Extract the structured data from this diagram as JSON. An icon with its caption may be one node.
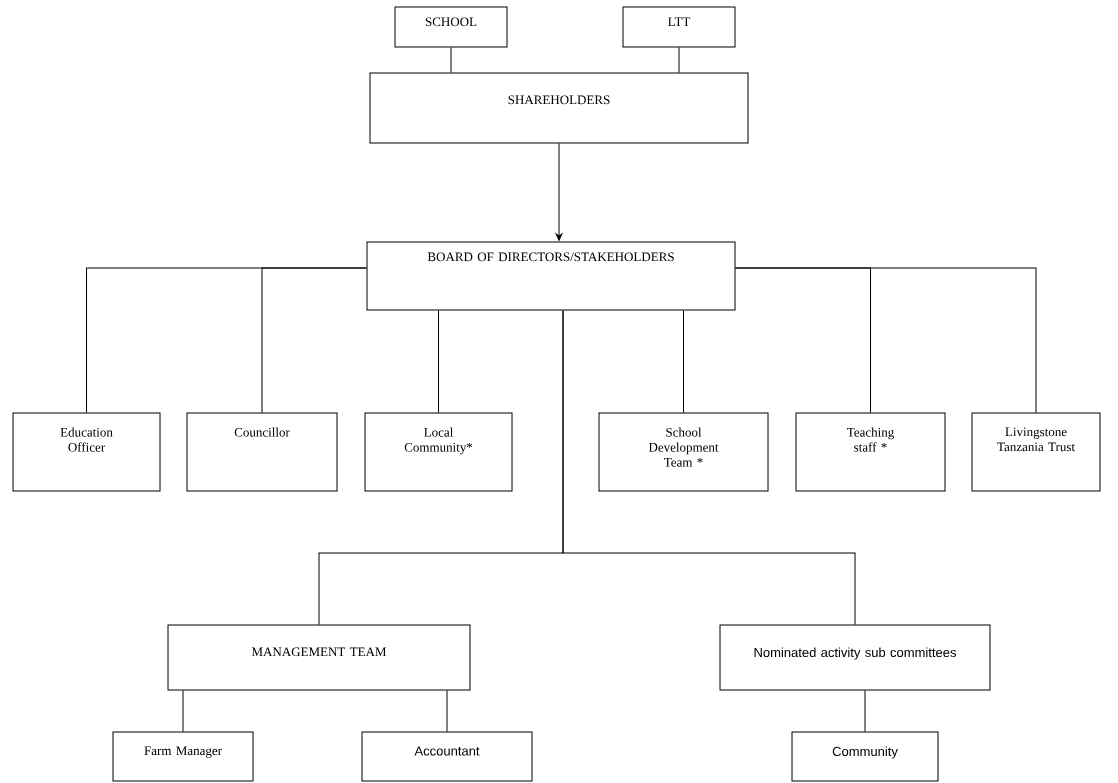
{
  "diagram": {
    "nodes": [
      {
        "text": [
          "SCHOOL"
        ]
      },
      {
        "text": [
          "LTT"
        ]
      },
      {
        "text": [
          "SHAREHOLDERS"
        ]
      },
      {
        "text": [
          "BOARD OF DIRECTORS/STAKEHOLDERS"
        ]
      },
      {
        "text": [
          "Education Officer"
        ]
      },
      {
        "text": [
          "Councillor"
        ]
      },
      {
        "text": [
          "Local Community*"
        ]
      },
      {
        "text": [
          "School Development Team *"
        ]
      },
      {
        "text": [
          "Teaching staff *"
        ]
      },
      {
        "text": [
          "Livingstone Tanzania Trust"
        ]
      },
      {
        "text": [
          "MANAGEMENT TEAM"
        ]
      },
      {
        "text": [
          "Nominated activity sub committees"
        ]
      },
      {
        "text": [
          "Farm Manager"
        ]
      },
      {
        "text": [
          "Accountant"
        ]
      },
      {
        "text": [
          "Community"
        ]
      }
    ],
    "edges": [
      {
        "from": 0,
        "to": 2,
        "arrow": "none"
      },
      {
        "from": 1,
        "to": 2,
        "arrow": "none"
      },
      {
        "from": 2,
        "to": 3,
        "arrow": "to"
      },
      {
        "from": 3,
        "to": 4,
        "arrow": "none"
      },
      {
        "from": 3,
        "to": 5,
        "arrow": "none"
      },
      {
        "from": 3,
        "to": 6,
        "arrow": "none"
      },
      {
        "from": 3,
        "to": 7,
        "arrow": "none"
      },
      {
        "from": 3,
        "to": 8,
        "arrow": "none"
      },
      {
        "from": 3,
        "to": 9,
        "arrow": "none"
      },
      {
        "from": 3,
        "to": 10,
        "arrow": "none"
      },
      {
        "from": 3,
        "to": 11,
        "arrow": "none"
      },
      {
        "from": 10,
        "to": 12,
        "arrow": "none"
      },
      {
        "from": 10,
        "to": 13,
        "arrow": "none"
      },
      {
        "from": 11,
        "to": 14,
        "arrow": "none"
      }
    ]
  }
}
